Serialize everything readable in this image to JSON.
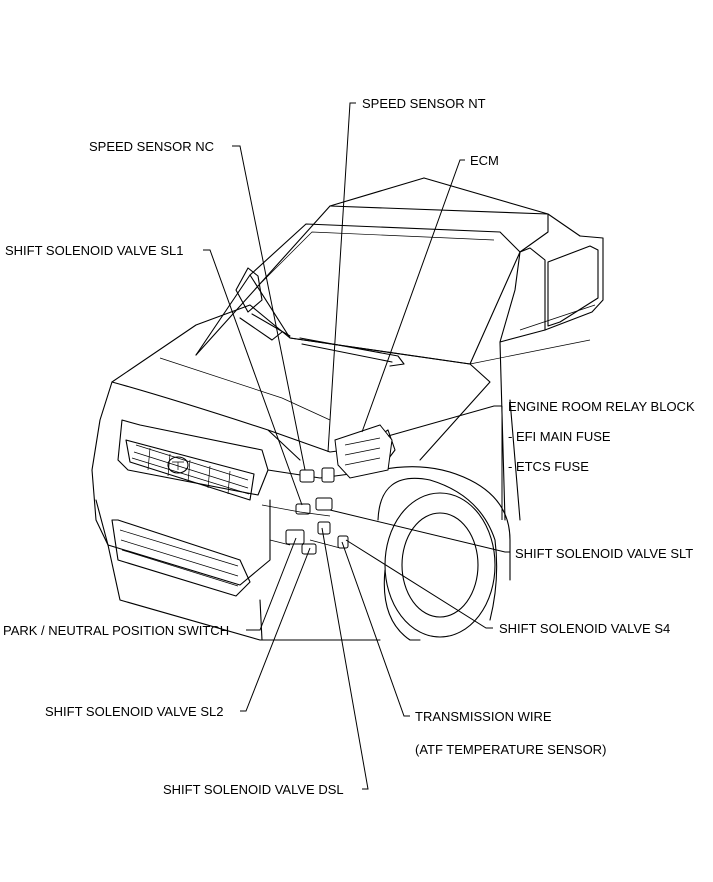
{
  "labels": {
    "speed_sensor_nt": "SPEED SENSOR NT",
    "speed_sensor_nc": "SPEED SENSOR NC",
    "ecm": "ECM",
    "shift_solenoid_valve_sl1": "SHIFT SOLENOID VALVE SL1",
    "engine_room_relay_block": "ENGINE ROOM RELAY BLOCK",
    "efi_main_fuse": "- EFI MAIN FUSE",
    "etcs_fuse": "- ETCS FUSE",
    "shift_solenoid_valve_slt": "SHIFT SOLENOID VALVE SLT",
    "park_neutral_position_switch": "PARK / NEUTRAL POSITION SWITCH",
    "shift_solenoid_valve_s4": "SHIFT SOLENOID VALVE S4",
    "shift_solenoid_valve_sl2": "SHIFT SOLENOID VALVE SL2",
    "transmission_wire": "TRANSMISSION WIRE",
    "atf_temperature_sensor": "(ATF TEMPERATURE SENSOR)",
    "shift_solenoid_valve_dsl": "SHIFT SOLENOID VALVE DSL"
  }
}
